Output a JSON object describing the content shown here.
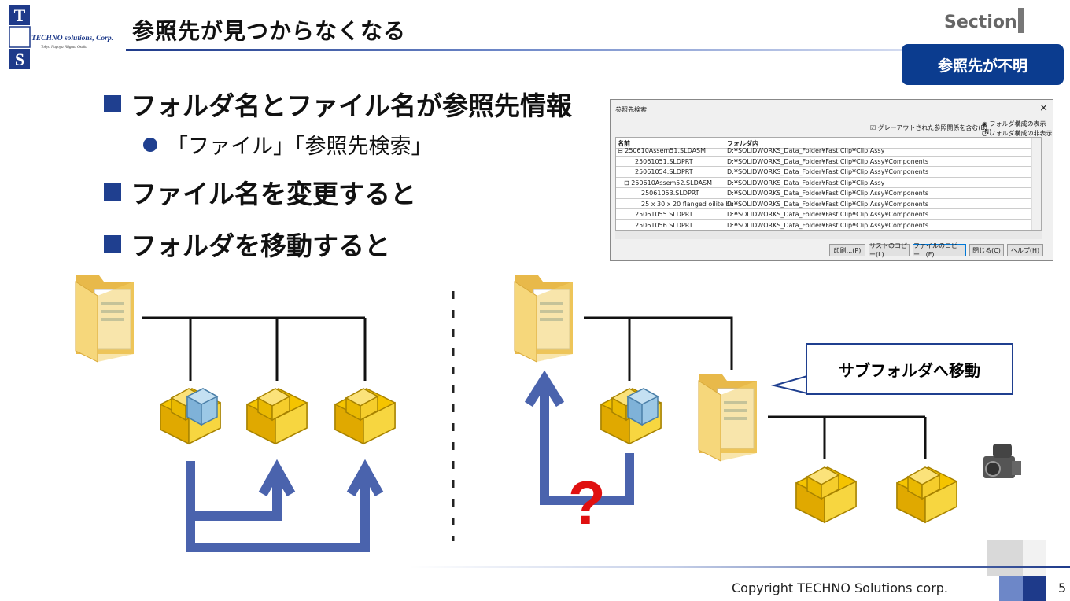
{
  "header": {
    "title": "参照先が見つからなくなる",
    "section_label": "Section",
    "badge": "参照先が不明"
  },
  "logo": {
    "letters": "TS",
    "company": "TECHNO solutions, Corp.",
    "cities": "Tokyo Nagoya Niigata Osaka"
  },
  "bullets": [
    "フォルダ名とファイル名が参照先情報",
    "ファイル名を変更すると",
    "フォルダを移動すると"
  ],
  "sub_bullet": "「ファイル」「参照先検索」",
  "dialog": {
    "title": "参照先検索",
    "close": "×",
    "checkbox": "グレーアウトされた参照関係を含む(B)",
    "radio1": "フォルダ構成の表示(N)",
    "radio2": "フォルダ構成の非表示(F)",
    "col_name": "名前",
    "col_folder": "フォルダ内",
    "rows": [
      {
        "name": "⊟ 250610Assem51.SLDASM",
        "folder": "D:¥SOLIDWORKS_Data_Folder¥Fast Clip¥Clip Assy"
      },
      {
        "name": "25061051.SLDPRT",
        "folder": "D:¥SOLIDWORKS_Data_Folder¥Fast Clip¥Clip Assy¥Components"
      },
      {
        "name": "25061054.SLDPRT",
        "folder": "D:¥SOLIDWORKS_Data_Folder¥Fast Clip¥Clip Assy¥Components"
      },
      {
        "name": "⊟ 250610Assem52.SLDASM",
        "folder": "D:¥SOLIDWORKS_Data_Folder¥Fast Clip¥Clip Assy"
      },
      {
        "name": "25061053.SLDPRT",
        "folder": "D:¥SOLIDWORKS_Data_Folder¥Fast Clip¥Clip Assy¥Components"
      },
      {
        "name": "25 x 30 x 20 flanged oilite bu",
        "folder": "D:¥SOLIDWORKS_Data_Folder¥Fast Clip¥Clip Assy¥Components"
      },
      {
        "name": "25061055.SLDPRT",
        "folder": "D:¥SOLIDWORKS_Data_Folder¥Fast Clip¥Clip Assy¥Components"
      },
      {
        "name": "25061056.SLDPRT",
        "folder": "D:¥SOLIDWORKS_Data_Folder¥Fast Clip¥Clip Assy¥Components"
      }
    ],
    "buttons": {
      "print": "印刷...(P)",
      "copy_list": "リストのコピー(L)",
      "copy_files": "ファイルのコピー...(F)",
      "close": "閉じる(C)",
      "help": "ヘルプ(H)"
    }
  },
  "callout": "サブフォルダへ移動",
  "question_mark": "?",
  "footer": {
    "copyright": "Copyright  TECHNO Solutions corp.",
    "page": "5"
  },
  "colors": {
    "navy": "#0b3c8f",
    "arrow_blue": "#4a63ad",
    "question_red": "#e01010",
    "folder_yellow": "#f6d77b",
    "part_yellow": "#f5c400"
  }
}
